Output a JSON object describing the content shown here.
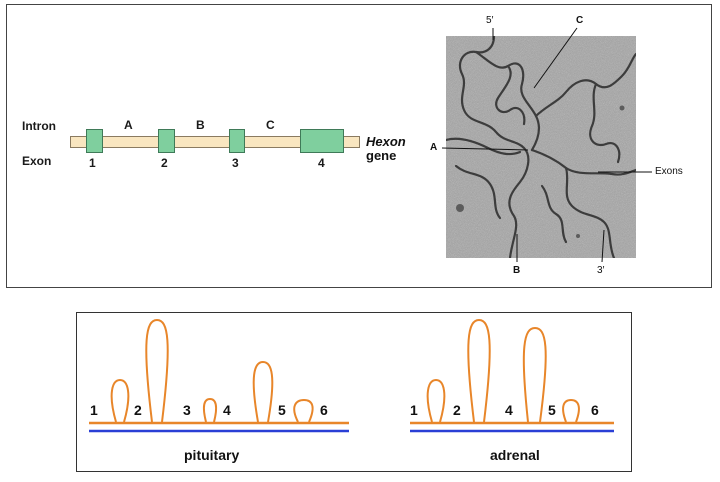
{
  "gene_diagram": {
    "intron_row_label": "Intron",
    "exon_row_label": "Exon",
    "intron_labels": [
      "A",
      "B",
      "C"
    ],
    "exon_numbers": [
      "1",
      "2",
      "3",
      "4"
    ],
    "gene_name": "Hexon",
    "gene_word": "gene",
    "colors": {
      "bar": "#f9e6c0",
      "exon": "#7fcf9e"
    }
  },
  "micrograph": {
    "labels": {
      "five_prime": "5′",
      "c": "C",
      "a": "A",
      "exons": "Exons",
      "b": "B",
      "three_prime": "3′"
    }
  },
  "splicing": {
    "pituitary": {
      "numbers": [
        "1",
        "2",
        "3",
        "4",
        "5",
        "6"
      ],
      "label": "pituitary"
    },
    "adrenal": {
      "numbers": [
        "1",
        "2",
        "4",
        "5",
        "6"
      ],
      "label": "adrenal"
    },
    "colors": {
      "rna": "#e8862a",
      "dna": "#2a3fd6"
    }
  }
}
